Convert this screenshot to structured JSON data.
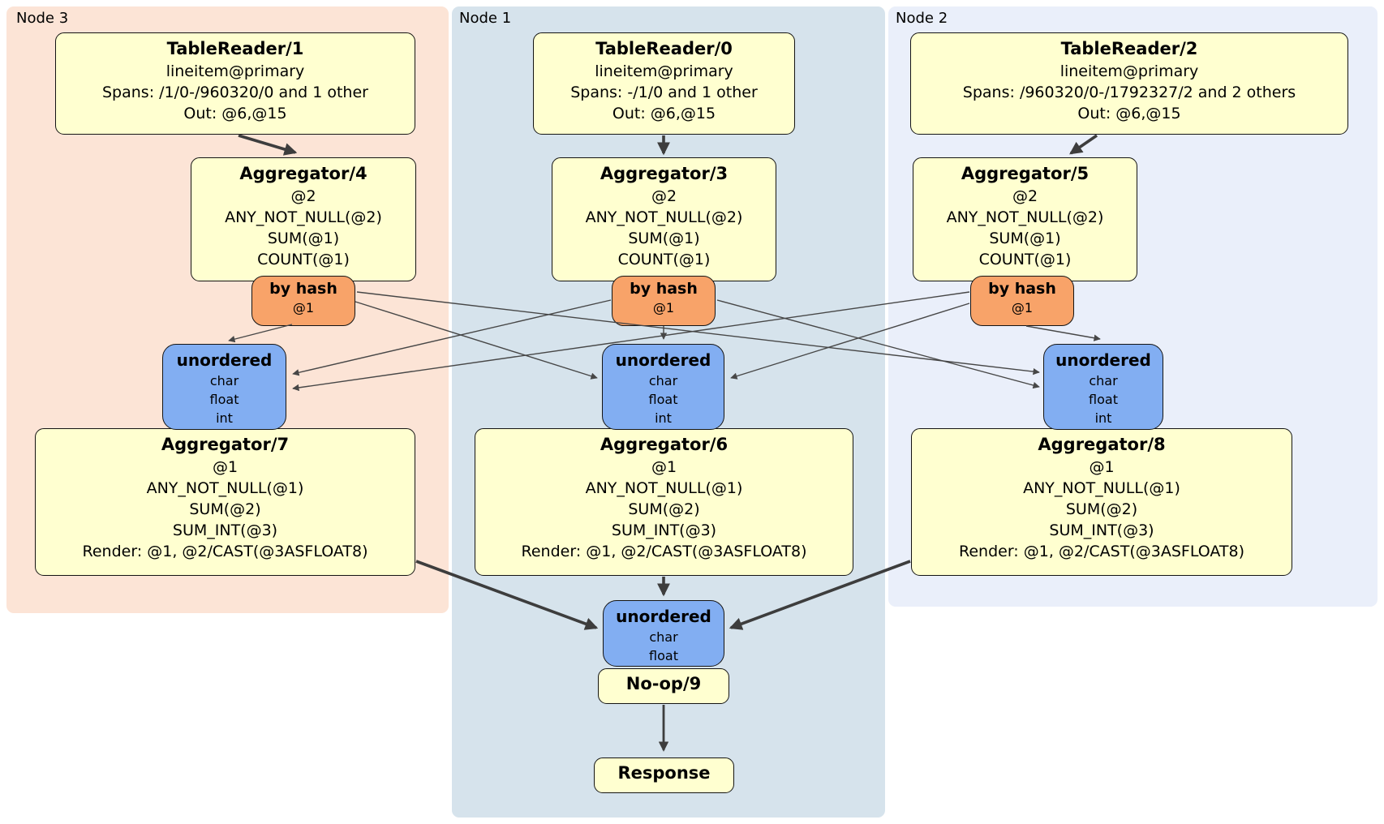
{
  "colors": {
    "node3_bg": "#fce4d6",
    "node1_bg": "#d6e3ec",
    "node2_bg": "#eaeffa",
    "box_fill": "#ffffd0",
    "router_fill": "#f8a369",
    "sync_fill": "#82aef2",
    "edge": "#474747"
  },
  "nodes": [
    {
      "label": "Node 3",
      "table_reader": {
        "title": "TableReader/1",
        "lines": [
          "lineitem@primary",
          "Spans: /1/0-/960320/0 and 1 other",
          "Out: @6,@15"
        ]
      },
      "agg_top": {
        "title": "Aggregator/4",
        "lines": [
          "@2",
          "ANY_NOT_NULL(@2)",
          "SUM(@1)",
          "COUNT(@1)"
        ]
      },
      "router": {
        "title": "by hash",
        "lines": [
          "@1"
        ]
      },
      "sync": {
        "title": "unordered",
        "lines": [
          "char",
          "float",
          "int"
        ]
      },
      "agg_final": {
        "title": "Aggregator/7",
        "lines": [
          "@1",
          "ANY_NOT_NULL(@1)",
          "SUM(@2)",
          "SUM_INT(@3)",
          "Render: @1, @2/CAST(@3ASFLOAT8)"
        ]
      }
    },
    {
      "label": "Node 1",
      "table_reader": {
        "title": "TableReader/0",
        "lines": [
          "lineitem@primary",
          "Spans: -/1/0 and 1 other",
          "Out: @6,@15"
        ]
      },
      "agg_top": {
        "title": "Aggregator/3",
        "lines": [
          "@2",
          "ANY_NOT_NULL(@2)",
          "SUM(@1)",
          "COUNT(@1)"
        ]
      },
      "router": {
        "title": "by hash",
        "lines": [
          "@1"
        ]
      },
      "sync": {
        "title": "unordered",
        "lines": [
          "char",
          "float",
          "int"
        ]
      },
      "agg_final": {
        "title": "Aggregator/6",
        "lines": [
          "@1",
          "ANY_NOT_NULL(@1)",
          "SUM(@2)",
          "SUM_INT(@3)",
          "Render: @1, @2/CAST(@3ASFLOAT8)"
        ]
      }
    },
    {
      "label": "Node 2",
      "table_reader": {
        "title": "TableReader/2",
        "lines": [
          "lineitem@primary",
          "Spans: /960320/0-/1792327/2 and 2 others",
          "Out: @6,@15"
        ]
      },
      "agg_top": {
        "title": "Aggregator/5",
        "lines": [
          "@2",
          "ANY_NOT_NULL(@2)",
          "SUM(@1)",
          "COUNT(@1)"
        ]
      },
      "router": {
        "title": "by hash",
        "lines": [
          "@1"
        ]
      },
      "sync": {
        "title": "unordered",
        "lines": [
          "char",
          "float",
          "int"
        ]
      },
      "agg_final": {
        "title": "Aggregator/8",
        "lines": [
          "@1",
          "ANY_NOT_NULL(@1)",
          "SUM(@2)",
          "SUM_INT(@3)",
          "Render: @1, @2/CAST(@3ASFLOAT8)"
        ]
      }
    }
  ],
  "output_chain": {
    "sync": {
      "title": "unordered",
      "lines": [
        "char",
        "float"
      ]
    },
    "noop": {
      "title": "No-op/9"
    },
    "response": {
      "title": "Response"
    }
  }
}
